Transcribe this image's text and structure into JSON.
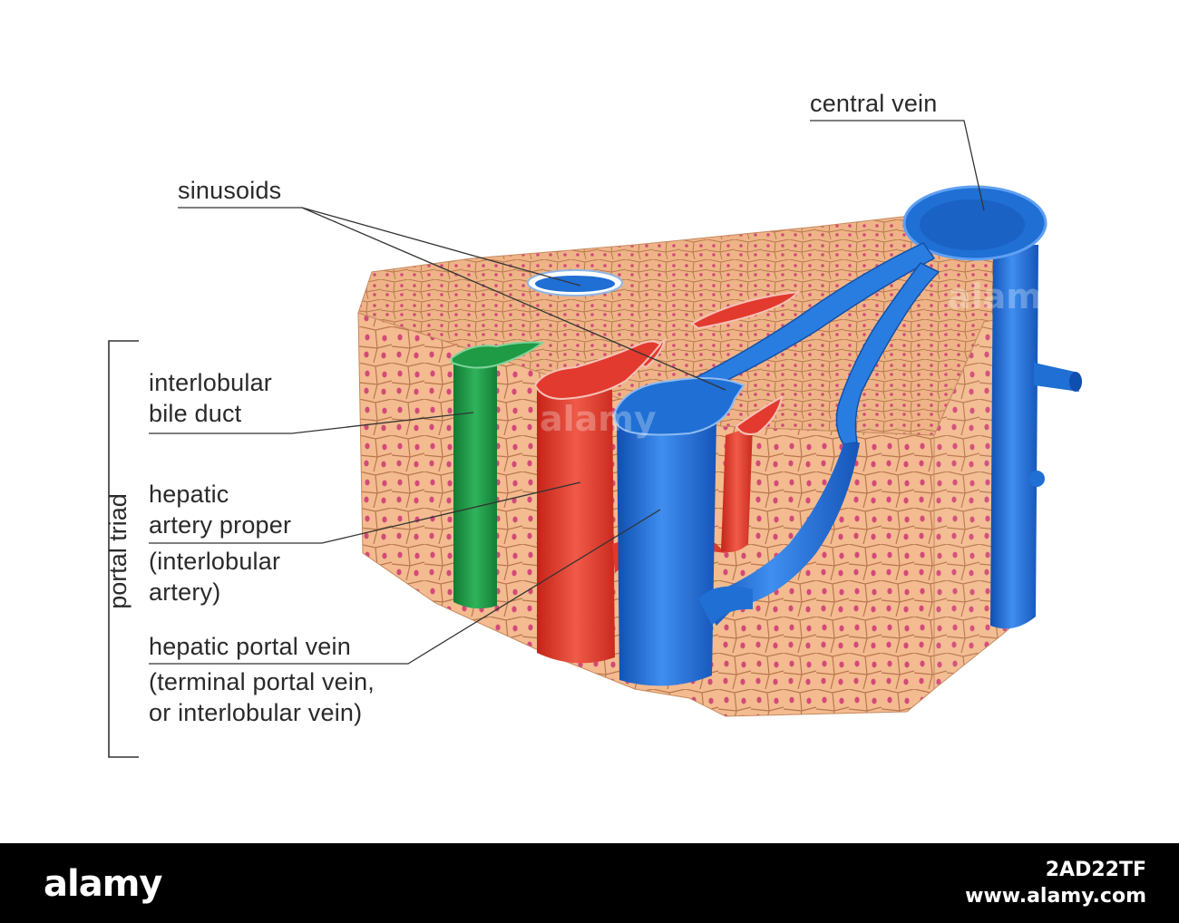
{
  "labels": {
    "central_vein": "central vein",
    "sinusoids": "sinusoids",
    "bile_duct_line1": "interlobular",
    "bile_duct_line2": "bile duct",
    "hepatic_artery_line1": "hepatic",
    "hepatic_artery_line2": "artery proper",
    "hepatic_artery_line3": "(interlobular",
    "hepatic_artery_line4": "artery)",
    "portal_vein_line1": "hepatic portal vein",
    "portal_vein_line2": "(terminal portal vein,",
    "portal_vein_line3": "or interlobular vein)",
    "portal_triad": "portal triad"
  },
  "watermark": {
    "brand": "alamy",
    "image_id": "2AD22TF",
    "site": "www.alamy.com"
  },
  "colors": {
    "tissue": "#f2b98c",
    "cell_border": "#b87a52",
    "nucleus": "#d64b7a",
    "vein_blue": "#1f6fd4",
    "artery_red": "#e23a2e",
    "bile_green": "#1f9a45",
    "leader_line": "#333333"
  }
}
